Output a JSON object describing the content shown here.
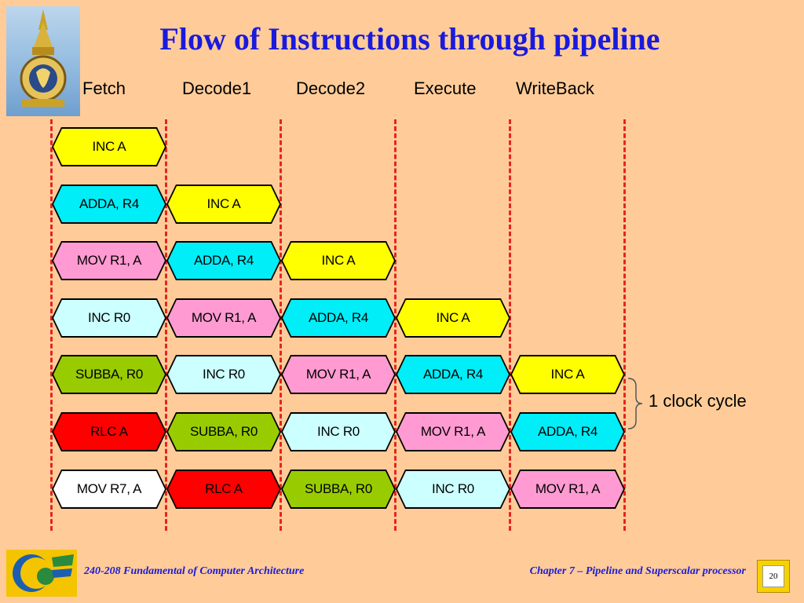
{
  "slide": {
    "title": "Flow of Instructions through pipeline",
    "stages": [
      "Fetch",
      "Decode1",
      "Decode2",
      "Execute",
      "WriteBack"
    ],
    "clock_label": "1 clock cycle",
    "footer": {
      "course_number": "240-",
      "course_title": "208 Fundamental of Computer Architecture",
      "chapter": "Chapter 7 – Pipeline and Superscalar processor",
      "page": "20"
    }
  },
  "colors": {
    "background": "#FFCC99",
    "title": "#1A1ADC",
    "divider": "#E5241F",
    "INC A": "#FFFF00",
    "ADDA, R4": "#00EEF8",
    "MOV R1, A": "#FF9BD2",
    "INC R0": "#CCFFFF",
    "SUBBA, R0": "#99CC00",
    "RLC A": "#FF0000",
    "MOV R7, A": "#FFFFFF"
  },
  "pipeline_rows": [
    [
      "INC A"
    ],
    [
      "ADDA, R4",
      "INC A"
    ],
    [
      "MOV R1, A",
      "ADDA, R4",
      "INC A"
    ],
    [
      "INC R0",
      "MOV R1, A",
      "ADDA, R4",
      "INC A"
    ],
    [
      "SUBBA, R0",
      "INC R0",
      "MOV R1, A",
      "ADDA, R4",
      "INC A"
    ],
    [
      "RLC A",
      "SUBBA, R0",
      "INC R0",
      "MOV R1, A",
      "ADDA, R4"
    ],
    [
      "MOV R7, A",
      "RLC A",
      "SUBBA, R0",
      "INC R0",
      "MOV R1, A"
    ]
  ]
}
